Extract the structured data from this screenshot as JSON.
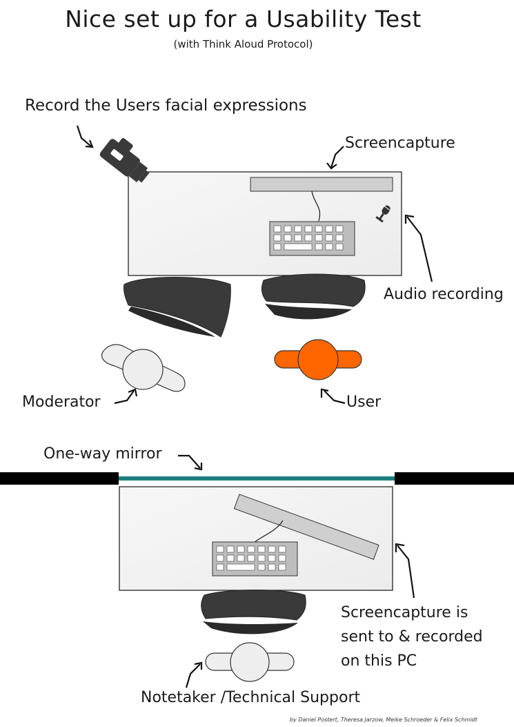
{
  "title": "Nice set up for a Usability Test",
  "subtitle": "(with Think Aloud Protocol)",
  "labels": {
    "record": "Record the Users facial expressions",
    "screencapture": "Screencapture",
    "audio": "Audio recording",
    "moderator": "Moderator",
    "user": "User",
    "mirror": "One-way mirror",
    "sent_line1": "Screencapture is",
    "sent_line2": "sent to & recorded",
    "sent_line3": "on this PC",
    "notetaker": "Notetaker /Technical Support",
    "credits": "by Daniel Postert, Theresa Jarzow, Meike Schroeder & Felix Schmidt"
  },
  "icons": {
    "camera": "video-camera-icon",
    "microphone": "microphone-icon"
  },
  "colors": {
    "user": "#ff6600",
    "mirror": "#1e7f7f",
    "wall": "#000000",
    "chair": "#3a3a3a",
    "person": "#eeeeee"
  }
}
